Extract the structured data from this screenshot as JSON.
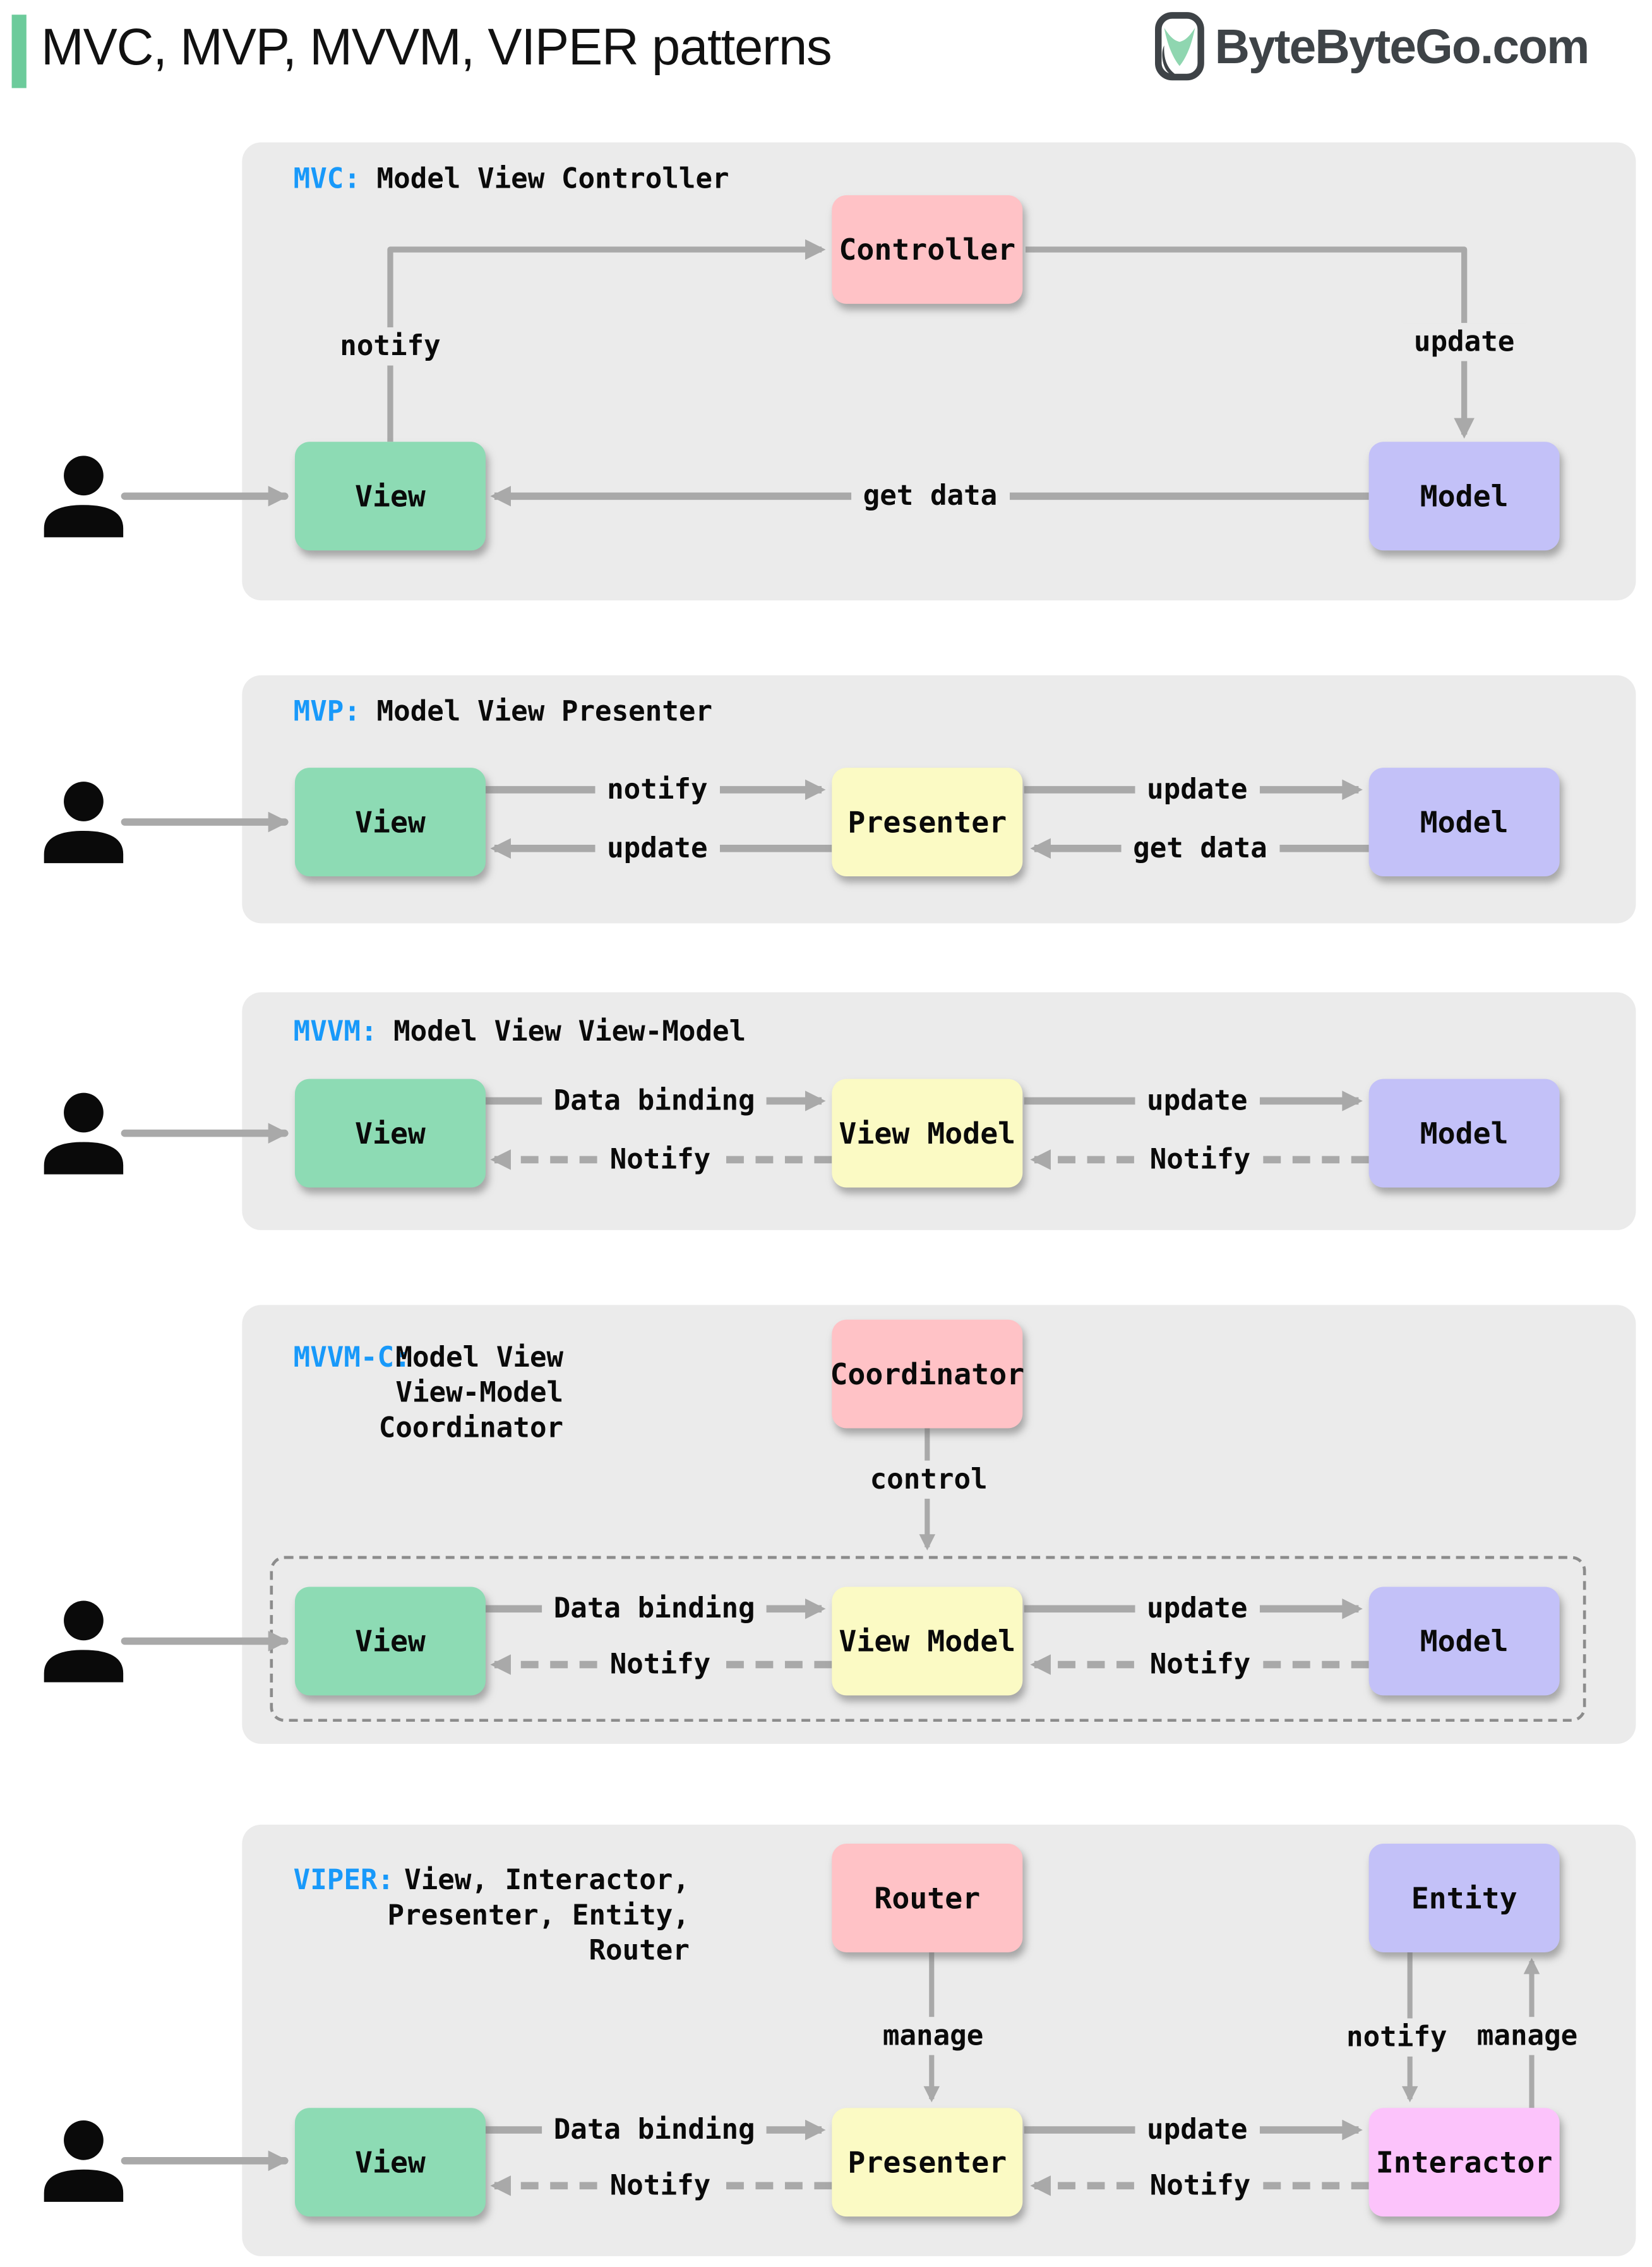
{
  "page": {
    "title": "MVC, MVP, MVVM, VIPER patterns",
    "brand": "ByteByteGo.com"
  },
  "icons": {
    "person": "user-silhouette-icon",
    "brand_mark": "bytebytego-logo-icon"
  },
  "colors": {
    "accent_bar": "#6CCB9B",
    "panel_background": "#EBEBEB",
    "arrow_gray": "#A9A9A9",
    "label_blue": "#1899FA",
    "node_green": "#8DDBB4",
    "node_pink": "#FFC2C6",
    "node_purple": "#C3C1F8",
    "node_yellow": "#FBFAC4",
    "node_magenta": "#FCC3FB",
    "logo_ink": "#3E4347",
    "logo_green": "#8FD6B0",
    "text_black": "#0A0A0A"
  },
  "panels": [
    {
      "key": "mvc",
      "abbr": "MVC:",
      "subtitle": "Model View Controller",
      "nodes": {
        "controller": "Controller",
        "view": "View",
        "model": "Model"
      },
      "edges": {
        "notify": "notify",
        "update": "update",
        "get_data": "get data"
      }
    },
    {
      "key": "mvp",
      "abbr": "MVP:",
      "subtitle": "Model View Presenter",
      "nodes": {
        "view": "View",
        "presenter": "Presenter",
        "model": "Model"
      },
      "edges": {
        "notify": "notify",
        "update_view": "update",
        "update_model": "update",
        "get_data": "get data"
      }
    },
    {
      "key": "mvvm",
      "abbr": "MVVM:",
      "subtitle": "Model View View-Model",
      "nodes": {
        "view": "View",
        "view_model": "View Model",
        "model": "Model"
      },
      "edges": {
        "data_binding": "Data binding",
        "notify_view": "Notify",
        "update": "update",
        "notify_vm": "Notify"
      }
    },
    {
      "key": "mvvm-c",
      "abbr": "MVVM-C:",
      "subtitle_lines": [
        "Model View",
        "View-Model",
        "Coordinator"
      ],
      "nodes": {
        "coordinator": "Coordinator",
        "view": "View",
        "view_model": "View Model",
        "model": "Model"
      },
      "edges": {
        "control": "control",
        "data_binding": "Data binding",
        "notify_view": "Notify",
        "update": "update",
        "notify_vm": "Notify"
      }
    },
    {
      "key": "viper",
      "abbr": "VIPER:",
      "subtitle_lines": [
        "View, Interactor,",
        "Presenter, Entity,",
        "Router"
      ],
      "nodes": {
        "router": "Router",
        "entity": "Entity",
        "view": "View",
        "presenter": "Presenter",
        "interactor": "Interactor"
      },
      "edges": {
        "manage_router": "manage",
        "notify_entity": "notify",
        "manage_entity": "manage",
        "data_binding": "Data binding",
        "notify_view": "Notify",
        "update": "update",
        "notify_presenter": "Notify"
      }
    }
  ]
}
